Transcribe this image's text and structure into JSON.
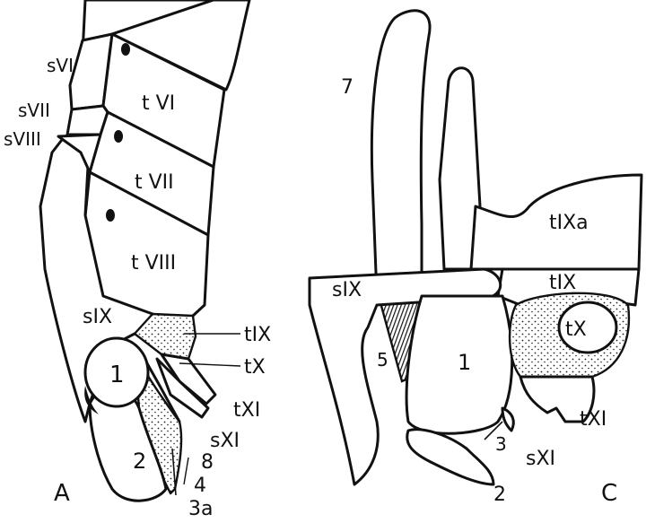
{
  "panels": [
    {
      "id": "A",
      "panel_label": "A",
      "labels": {
        "sVI": "sVI",
        "sVII": "sVII",
        "sVIII": "sVIII",
        "tVI": "t VI",
        "tVII": "t VII",
        "tVIII": "t VIII",
        "sIX": "sIX",
        "tIX": "tIX",
        "tX": "tX",
        "tXI": "tXI",
        "sXI": "sXI",
        "n1": "1",
        "n2": "2",
        "n8": "8",
        "n4": "4",
        "n3a": "3a"
      }
    },
    {
      "id": "C",
      "panel_label": "C",
      "labels": {
        "n7": "7",
        "tIXa": "tIXa",
        "sIX": "sIX",
        "tIX": "tIX",
        "tX": "tX",
        "n5": "5",
        "n1": "1",
        "tXI": "tXI",
        "n3": "3",
        "sXI": "sXI",
        "n2": "2"
      }
    }
  ]
}
